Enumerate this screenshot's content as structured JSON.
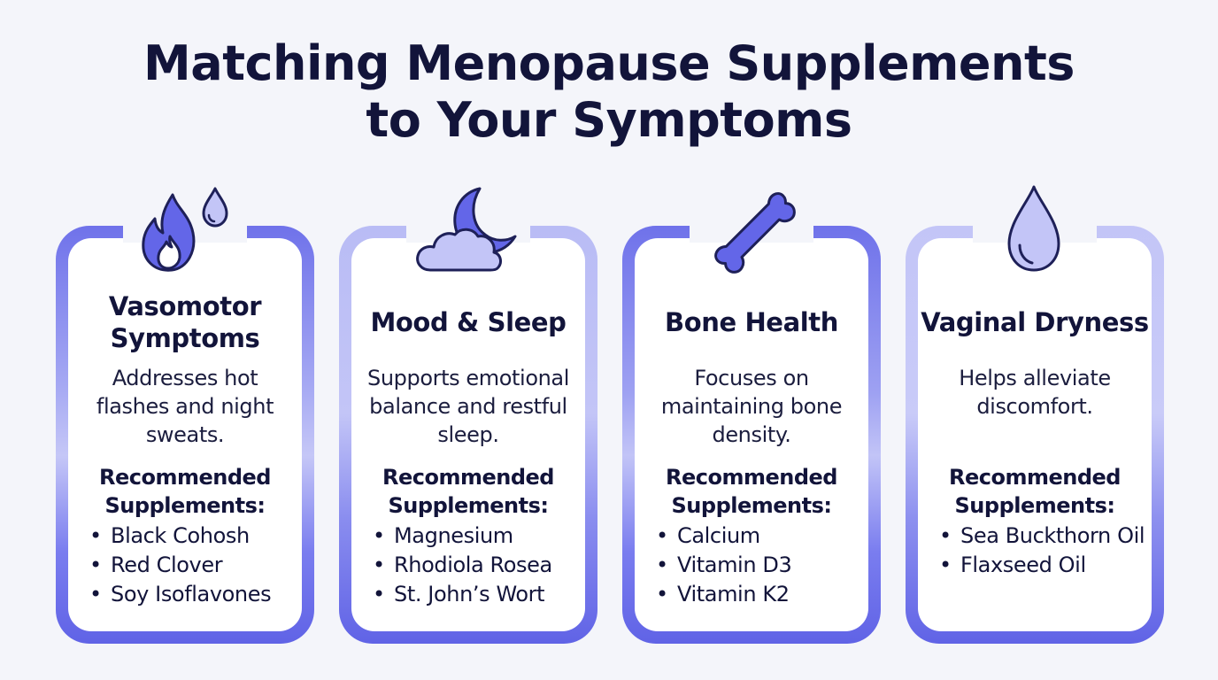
{
  "title_lines": [
    "Matching Menopause Supplements",
    "to Your Symptoms"
  ],
  "colors": {
    "primary": "#6063e6",
    "light": "#c5c7f7",
    "text": "#12143a",
    "background": "#f4f5fa"
  },
  "cards": [
    {
      "icon": "flame-and-droplet-icon",
      "title": "Vasomotor Symptoms",
      "description": "Addresses hot flashes and night sweats.",
      "recommended_label": "Recommended Supplements:",
      "supplements": [
        "Black Cohosh",
        "Red Clover",
        "Soy Isoflavones"
      ]
    },
    {
      "icon": "moon-and-cloud-icon",
      "title": "Mood & Sleep",
      "description": "Supports emotional balance and restful sleep.",
      "recommended_label": "Recommended Supplements:",
      "supplements": [
        "Magnesium",
        "Rhodiola Rosea",
        "St. John’s Wort"
      ]
    },
    {
      "icon": "bone-icon",
      "title": "Bone Health",
      "description": "Focuses on maintaining bone density.",
      "recommended_label": "Recommended Supplements:",
      "supplements": [
        "Calcium",
        "Vitamin D3",
        "Vitamin K2"
      ]
    },
    {
      "icon": "droplet-icon",
      "title": "Vaginal Dryness",
      "description": "Helps alleviate discomfort.",
      "recommended_label": "Recommended Supplements:",
      "supplements": [
        "Sea Buckthorn Oil",
        "Flaxseed Oil"
      ]
    }
  ],
  "bullet": "•"
}
